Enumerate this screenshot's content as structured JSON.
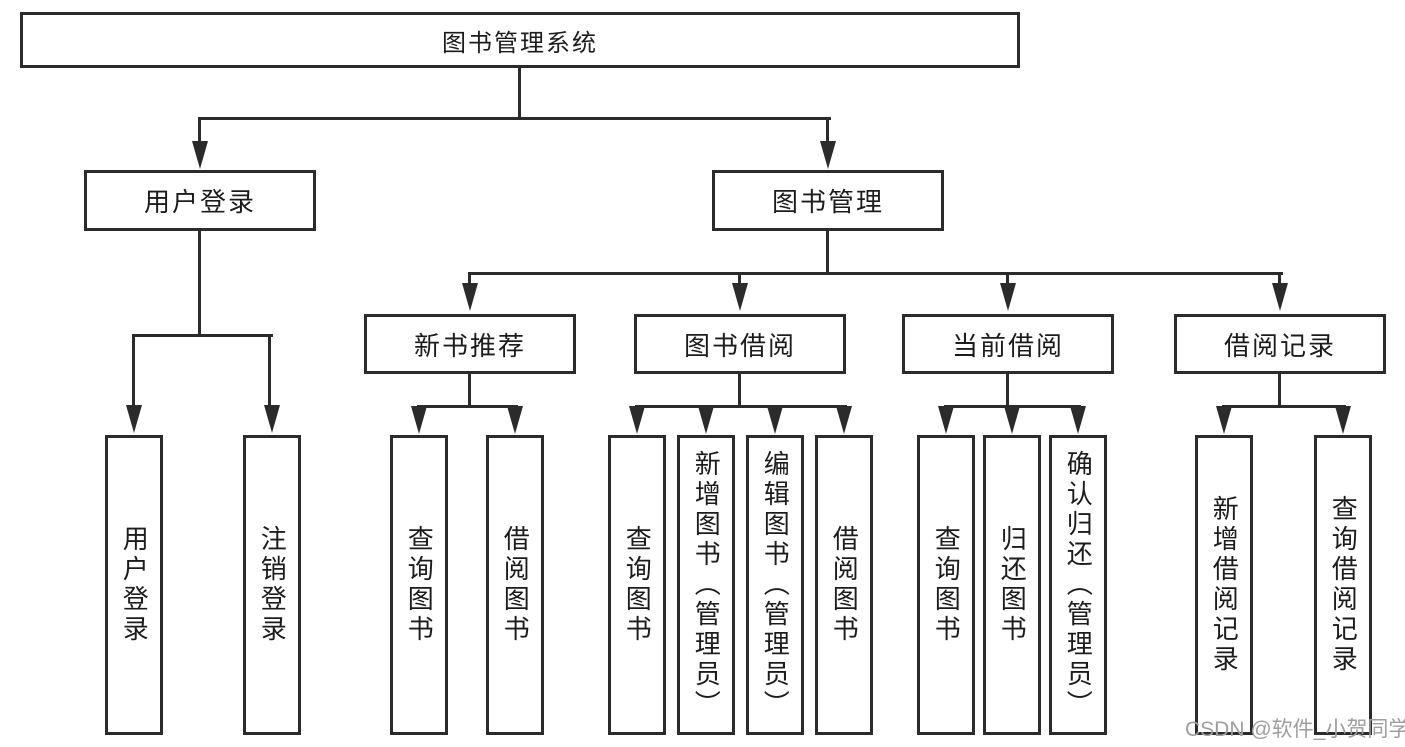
{
  "root": {
    "label": "图书管理系统"
  },
  "level2": [
    {
      "label": "用户登录"
    },
    {
      "label": "图书管理"
    }
  ],
  "level3": [
    {
      "label": "新书推荐"
    },
    {
      "label": "图书借阅"
    },
    {
      "label": "当前借阅"
    },
    {
      "label": "借阅记录"
    }
  ],
  "leaves": [
    {
      "label": "用户登录",
      "parent": "用户登录"
    },
    {
      "label": "注销登录",
      "parent": "用户登录"
    },
    {
      "label": "查询图书",
      "parent": "新书推荐"
    },
    {
      "label": "借阅图书",
      "parent": "新书推荐"
    },
    {
      "label": "查询图书",
      "parent": "图书借阅"
    },
    {
      "label": "新增图书（管理员）",
      "parent": "图书借阅"
    },
    {
      "label": "编辑图书（管理员）",
      "parent": "图书借阅"
    },
    {
      "label": "借阅图书",
      "parent": "图书借阅"
    },
    {
      "label": "查询图书",
      "parent": "当前借阅"
    },
    {
      "label": "归还图书",
      "parent": "当前借阅"
    },
    {
      "label": "确认归还（管理员）",
      "parent": "当前借阅"
    },
    {
      "label": "新增借阅记录",
      "parent": "借阅记录"
    },
    {
      "label": "查询借阅记录",
      "parent": "借阅记录"
    }
  ],
  "watermark": "CSDN @软件_小贺同学",
  "colors": {
    "line": "#2b2b2b",
    "text": "#1c1c1c",
    "watermark": "#9e9e9e",
    "background": "#ffffff"
  }
}
